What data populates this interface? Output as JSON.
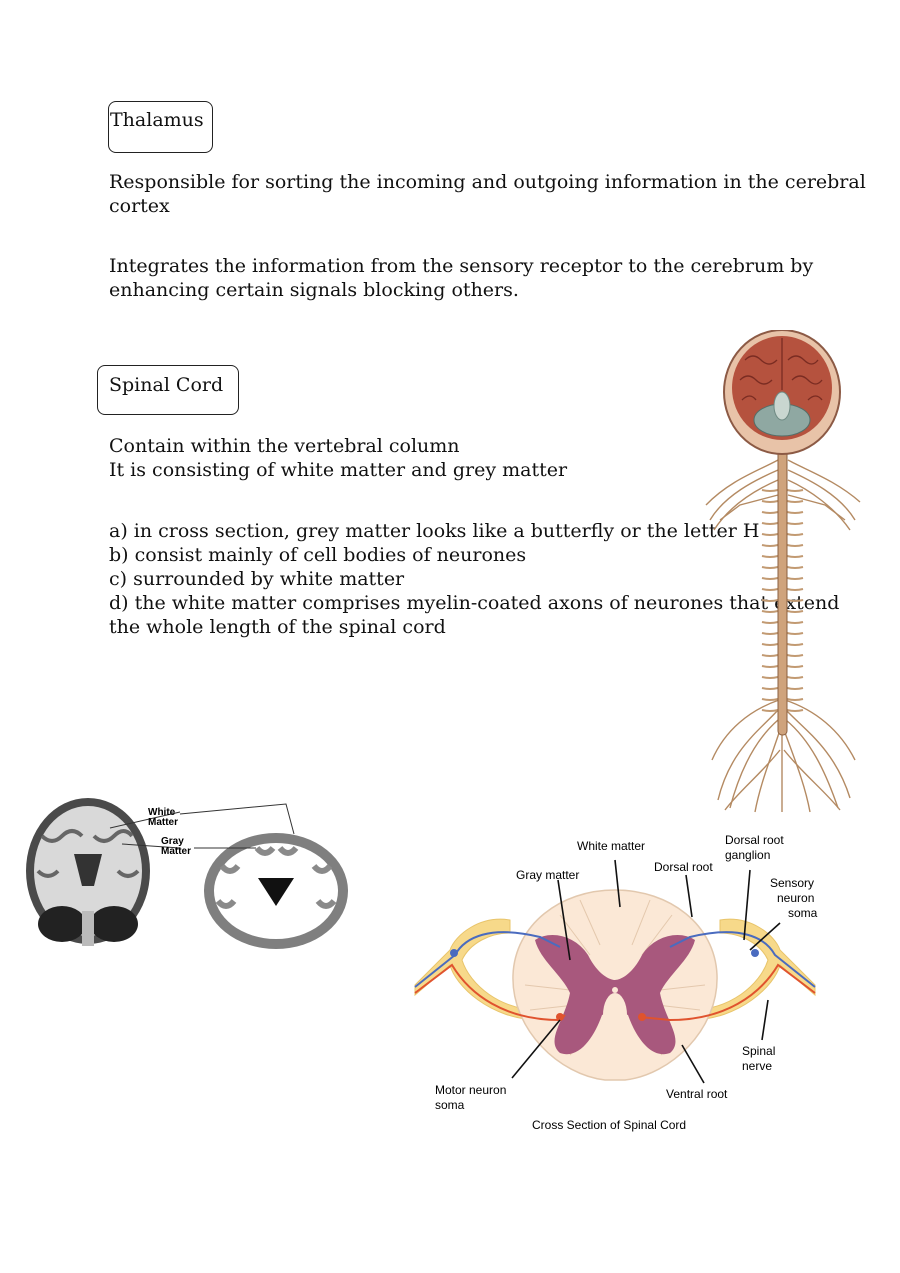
{
  "thalamus": {
    "heading": "Thalamus",
    "para1": [
      "Responsible for sorting the incoming and outgoing information in the cerebral",
      "cortex"
    ],
    "para2": [
      "Integrates the information from the sensory receptor to the cerebrum by",
      "enhancing certain signals blocking others."
    ]
  },
  "spinal_cord": {
    "heading": "Spinal Cord",
    "intro": [
      "Contain within the vertebral column",
      "It is consisting of white matter and grey matter"
    ],
    "points": [
      "a) in cross section, grey matter looks like a butterfly or the letter H",
      "b) consist mainly of cell bodies of neurones",
      "c) surrounded by white matter",
      "d) the white matter comprises myelin-coated axons of neurones that extend",
      "the whole length of the spinal cord"
    ]
  },
  "brain_figure": {
    "labels": [
      "White",
      "Matter",
      "Gray",
      "Matter"
    ]
  },
  "cross_section_figure": {
    "caption": "Cross Section of Spinal Cord",
    "labels": {
      "white_matter": "White matter",
      "gray_matter": "Gray matter",
      "dorsal_root": "Dorsal root",
      "drg_1": "Dorsal root",
      "drg_2": "ganglion",
      "sensory_1": "Sensory",
      "sensory_2": "neuron",
      "sensory_3": "soma",
      "spinal_1": "Spinal",
      "spinal_2": "nerve",
      "motor_1": "Motor neuron",
      "motor_2": "soma",
      "ventral_root": "Ventral root"
    },
    "colors": {
      "gray": "#a8587d",
      "white": "#fbe8d6",
      "nerve": "#f7d98a",
      "sensory": "#4a6bbf",
      "motor": "#e0532e"
    }
  }
}
